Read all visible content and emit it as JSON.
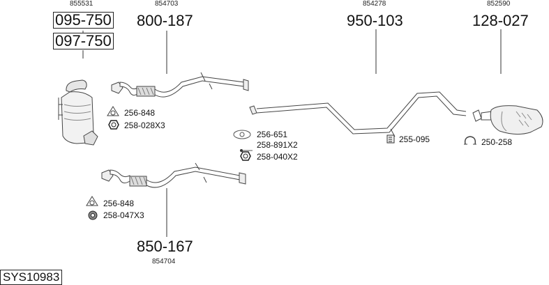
{
  "diagram": {
    "system_code": "SYS10983",
    "groups": [
      {
        "id": "catalyst",
        "ref": "855531",
        "part_numbers": [
          "095-750",
          "097-750"
        ],
        "boxed": true
      },
      {
        "id": "front-pipe-1",
        "ref": "854703",
        "part_numbers": [
          "800-187"
        ],
        "boxed": false
      },
      {
        "id": "middle-pipe",
        "ref": "854278",
        "part_numbers": [
          "950-103"
        ],
        "boxed": false
      },
      {
        "id": "rear-silencer",
        "ref": "852590",
        "part_numbers": [
          "128-027"
        ],
        "boxed": false
      },
      {
        "id": "front-pipe-2",
        "ref": "854704",
        "part_numbers": [
          "850-167"
        ],
        "boxed": false
      }
    ],
    "accessories": [
      {
        "id": "gasket-1",
        "icon": "triangular-gasket-icon",
        "label": "256-848"
      },
      {
        "id": "nut-1",
        "icon": "hex-nut-icon",
        "label": "258-028X3"
      },
      {
        "id": "gasket-2",
        "icon": "oval-gasket-icon",
        "label": "256-651"
      },
      {
        "id": "bolt-1",
        "icon": "bolt-icon",
        "label": "258-891X2"
      },
      {
        "id": "nut-2",
        "icon": "hex-nut-icon",
        "label": "258-040X2"
      },
      {
        "id": "hanger-1",
        "icon": "rubber-hanger-icon",
        "label": "255-095"
      },
      {
        "id": "clamp-1",
        "icon": "pipe-clamp-icon",
        "label": "250-258"
      },
      {
        "id": "gasket-3",
        "icon": "triangular-gasket-icon",
        "label": "256-848"
      },
      {
        "id": "nut-3",
        "icon": "flange-nut-icon",
        "label": "258-047X3"
      }
    ]
  }
}
